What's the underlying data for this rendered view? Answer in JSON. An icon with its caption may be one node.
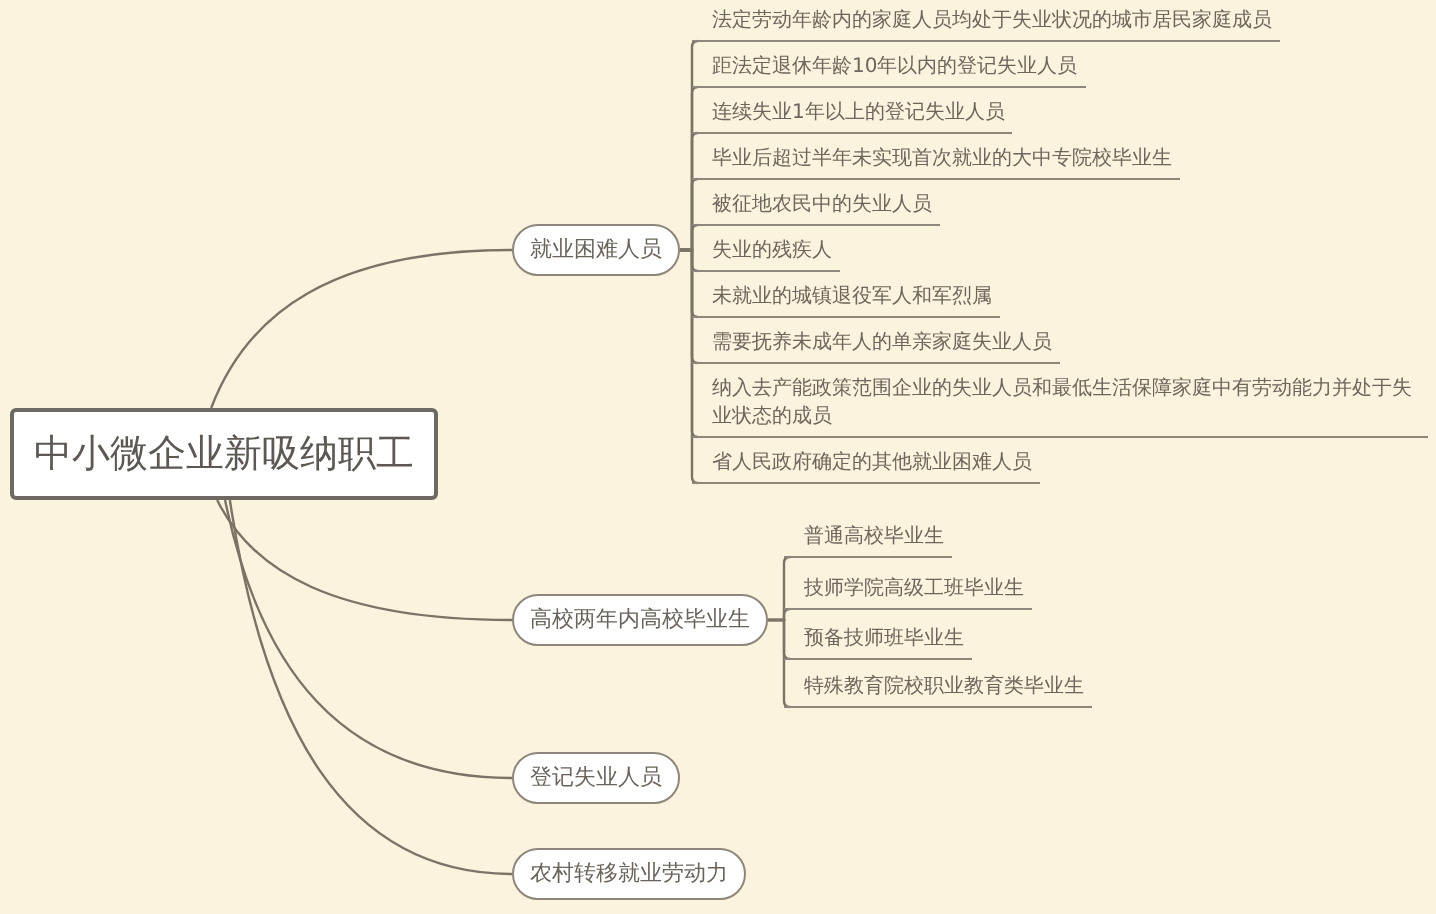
{
  "diagram": {
    "nodes": [
      {
        "text": [
          "中小微企业新吸纳职工"
        ]
      },
      {
        "text": [
          "就业困难人员"
        ]
      },
      {
        "text": [
          "法定劳动年龄内的家庭人员均处于失业状况的城市居民家庭成员"
        ]
      },
      {
        "text": [
          "距法定退休年龄10年以内的登记失业人员"
        ]
      },
      {
        "text": [
          "连续失业1年以上的登记失业人员"
        ]
      },
      {
        "text": [
          "毕业后超过半年未实现首次就业的大中专院校毕业生"
        ]
      },
      {
        "text": [
          "被征地农民中的失业人员"
        ]
      },
      {
        "text": [
          "失业的残疾人"
        ]
      },
      {
        "text": [
          "未就业的城镇退役军人和军烈属"
        ]
      },
      {
        "text": [
          "需要抚养未成年人的单亲家庭失业人员"
        ]
      },
      {
        "text": [
          "纳入去产能政策范围企业的失业人员和最低生活保障家庭中有劳动能力并处于失业状态的成员"
        ]
      },
      {
        "text": [
          "省人民政府确定的其他就业困难人员"
        ]
      },
      {
        "text": [
          "高校两年内高校毕业生"
        ]
      },
      {
        "text": [
          "普通高校毕业生"
        ]
      },
      {
        "text": [
          "技师学院高级工班毕业生"
        ]
      },
      {
        "text": [
          "预备技师班毕业生"
        ]
      },
      {
        "text": [
          "特殊教育院校职业教育类毕业生"
        ]
      },
      {
        "text": [
          "登记失业人员"
        ]
      },
      {
        "text": [
          "农村转移就业劳动力"
        ]
      }
    ],
    "edges": [
      {
        "from": 0,
        "to": 1,
        "arrow": "none"
      },
      {
        "from": 1,
        "to": 2,
        "arrow": "none"
      },
      {
        "from": 1,
        "to": 3,
        "arrow": "none"
      },
      {
        "from": 1,
        "to": 4,
        "arrow": "none"
      },
      {
        "from": 1,
        "to": 5,
        "arrow": "none"
      },
      {
        "from": 1,
        "to": 6,
        "arrow": "none"
      },
      {
        "from": 1,
        "to": 7,
        "arrow": "none"
      },
      {
        "from": 1,
        "to": 8,
        "arrow": "none"
      },
      {
        "from": 1,
        "to": 9,
        "arrow": "none"
      },
      {
        "from": 1,
        "to": 10,
        "arrow": "none"
      },
      {
        "from": 1,
        "to": 11,
        "arrow": "none"
      },
      {
        "from": 0,
        "to": 12,
        "arrow": "none"
      },
      {
        "from": 12,
        "to": 13,
        "arrow": "none"
      },
      {
        "from": 12,
        "to": 14,
        "arrow": "none"
      },
      {
        "from": 12,
        "to": 15,
        "arrow": "none"
      },
      {
        "from": 12,
        "to": 16,
        "arrow": "none"
      },
      {
        "from": 0,
        "to": 17,
        "arrow": "none"
      },
      {
        "from": 0,
        "to": 18,
        "arrow": "none"
      }
    ]
  }
}
